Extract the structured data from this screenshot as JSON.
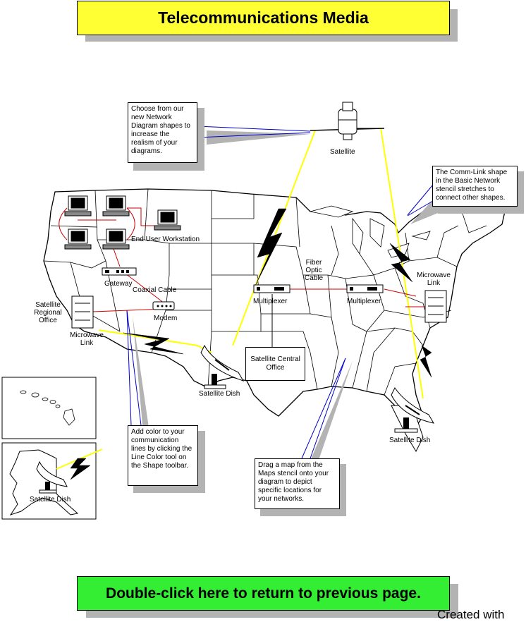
{
  "title": "Telecommunications Media",
  "return_button": "Double-click here to return to previous page.",
  "footer_text": "Created with",
  "callouts": {
    "network_shapes": "Choose from our new Network Diagram shapes to increase the realism of your diagrams.",
    "comm_link": "The Comm-Link shape in the Basic Network stencil stretches to connect other shapes.",
    "line_color": "Add color to your communication lines by clicking the Line Color tool on the Shape toolbar.",
    "maps": "Drag a map from the Maps stencil onto your diagram to depict specific locations for your networks."
  },
  "labels": {
    "satellite": "Satellite",
    "end_user_workstation": "End User Workstation",
    "gateway": "Gateway",
    "coaxial_cable": "Coaxial Cable",
    "modem": "Modem",
    "satellite_regional_office": "Satellite Regional Office",
    "microwave_link_west": "Microwave Link",
    "multiplexer_west": "Multiplexer",
    "multiplexer_east": "Multiplexer",
    "fiber_optic_cable": "Fiber Optic Cable",
    "satellite_central_office": "Satellite Central Office",
    "satellite_dish_center": "Satellite Dish",
    "satellite_dish_east": "Satellite Dish",
    "microwave_link_east": "Microwave Link",
    "satellite_dish_alaska": "Satellite Dish"
  },
  "colors": {
    "title_bg": "#ffff33",
    "button_bg": "#33ee33",
    "shadow": "#b3b3b3",
    "link_yellow": "#ffff00",
    "network_red": "#cc0000",
    "callout_line": "#0000cc"
  }
}
